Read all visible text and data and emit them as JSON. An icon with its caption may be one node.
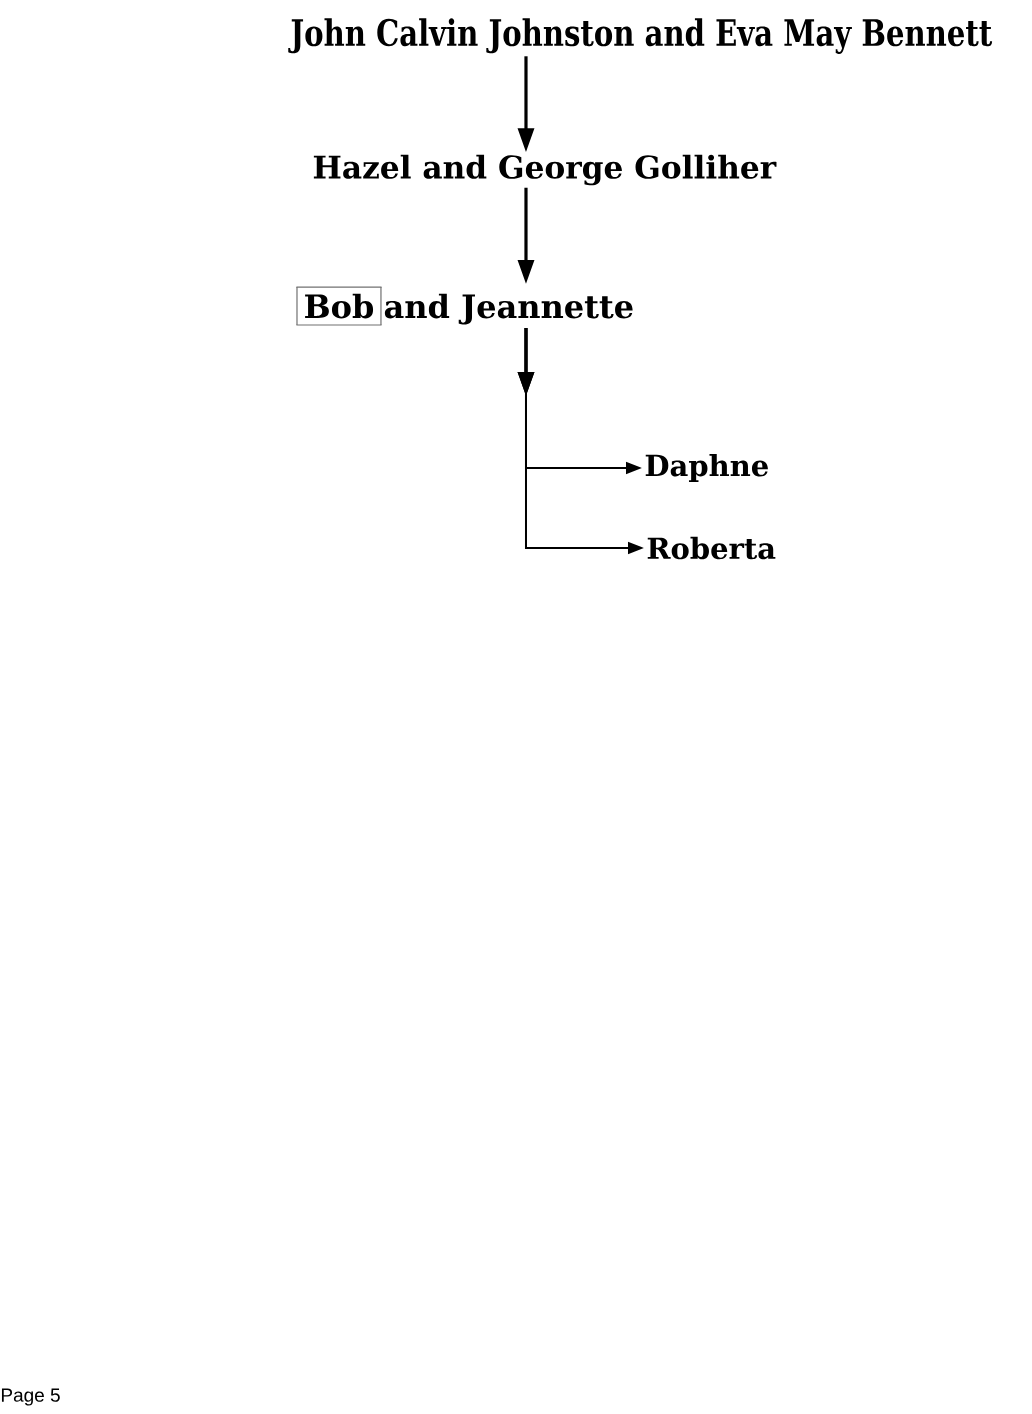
{
  "diagram": {
    "nodes": [
      {
        "text": [
          "John Calvin Johnston and Eva May Bennett"
        ]
      },
      {
        "text": [
          "Hazel and George Golliher"
        ]
      },
      {
        "text": [
          "Bob",
          "and Jeannette"
        ]
      },
      {
        "text": [
          "Daphne"
        ]
      },
      {
        "text": [
          "Roberta"
        ]
      }
    ],
    "edges": [
      {
        "from": 0,
        "to": 1,
        "arrow": "to"
      },
      {
        "from": 1,
        "to": 2,
        "arrow": "to"
      },
      {
        "from": 2,
        "to": 3,
        "arrow": "to"
      },
      {
        "from": 2,
        "to": 4,
        "arrow": "to"
      }
    ],
    "labels": [
      "Page 5"
    ]
  }
}
